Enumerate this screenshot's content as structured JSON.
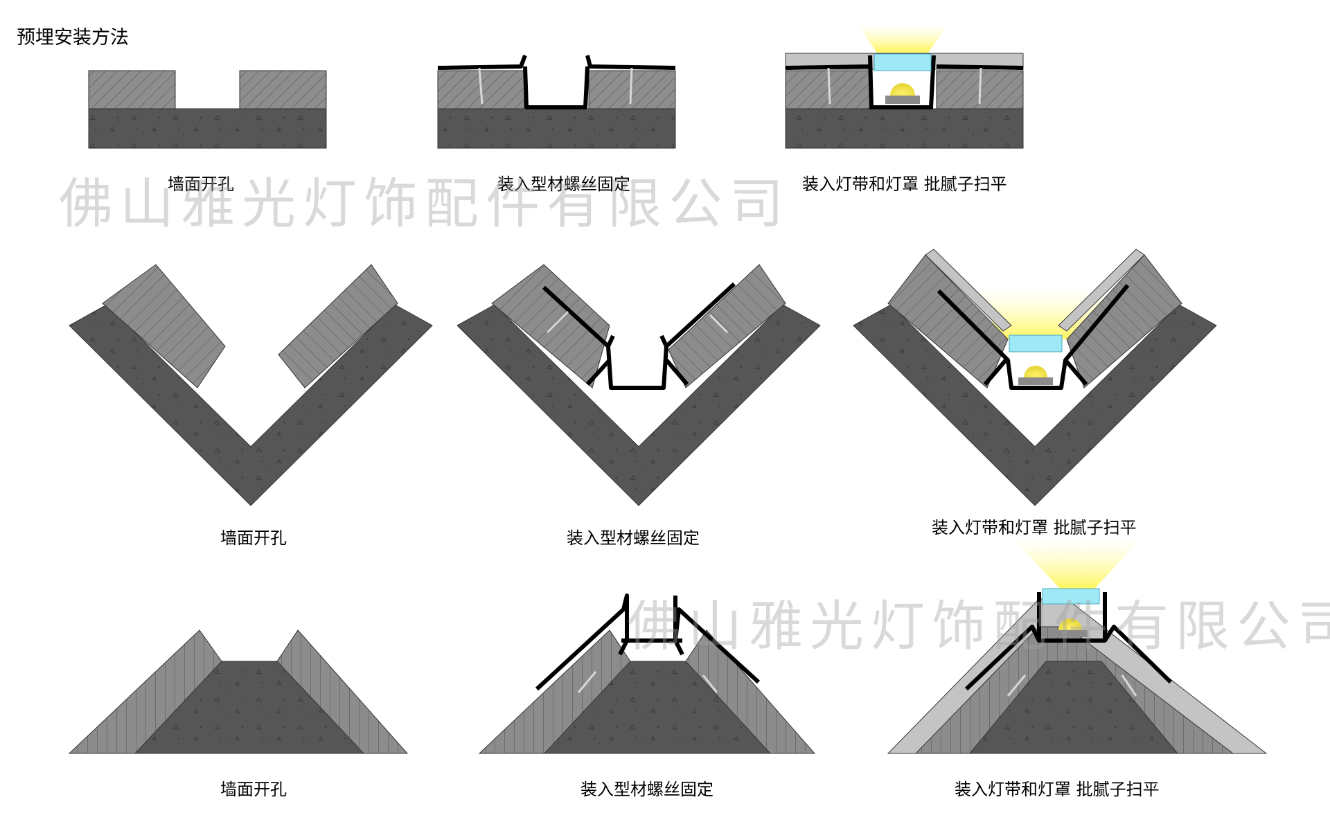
{
  "header": {
    "title": "预埋安装方法"
  },
  "captions": {
    "r1c1": "墙面开孔",
    "r1c2": "装入型材螺丝固定",
    "r1c3": "装入灯带和灯罩 批腻子扫平",
    "r2c1": "墙面开孔",
    "r2c2": "装入型材螺丝固定",
    "r2c3": "装入灯带和灯罩 批腻子扫平",
    "r3c1": "墙面开孔",
    "r3c2": "装入型材螺丝固定",
    "r3c3": "装入灯带和灯罩 批腻子扫平"
  },
  "watermarks": {
    "wm1": "佛山雅光灯饰配件有限公司",
    "wm2": "佛山雅光灯饰配件有限公司"
  },
  "colors": {
    "concrete": "#565656",
    "wood": "#8e8e8e",
    "putty": "#bdbdbd",
    "profile": "#000000",
    "diffuser": "#9fe8f5",
    "led": "#f2e84c",
    "glow": "#fff98a"
  }
}
